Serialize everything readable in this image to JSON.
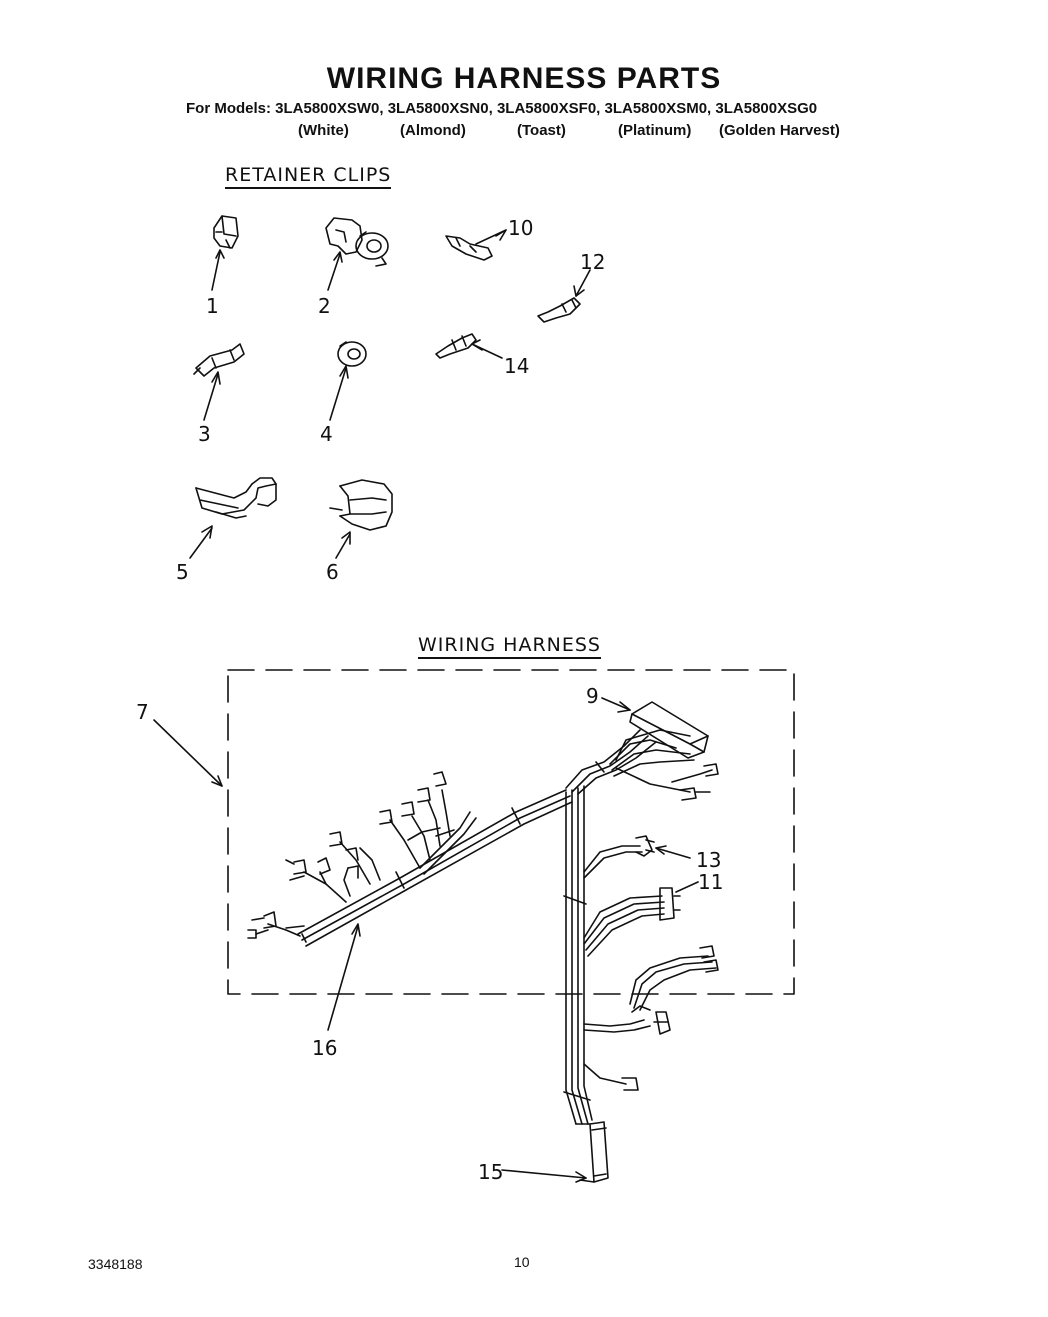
{
  "header": {
    "title": "WIRING HARNESS PARTS",
    "models_line": "For Models:  3LA5800XSW0, 3LA5800XSN0, 3LA5800XSF0, 3LA5800XSM0, 3LA5800XSG0",
    "colors": [
      "(White)",
      "(Almond)",
      "(Toast)",
      "(Platinum)",
      "(Golden Harvest)"
    ]
  },
  "sections": {
    "retainer_clips": "RETAINER CLIPS",
    "wiring_harness": "WIRING HARNESS"
  },
  "callouts": [
    "1",
    "2",
    "3",
    "4",
    "5",
    "6",
    "7",
    "9",
    "10",
    "11",
    "12",
    "13",
    "14",
    "15",
    "16"
  ],
  "footer": {
    "doc_number": "3348188",
    "page_number": "10"
  }
}
